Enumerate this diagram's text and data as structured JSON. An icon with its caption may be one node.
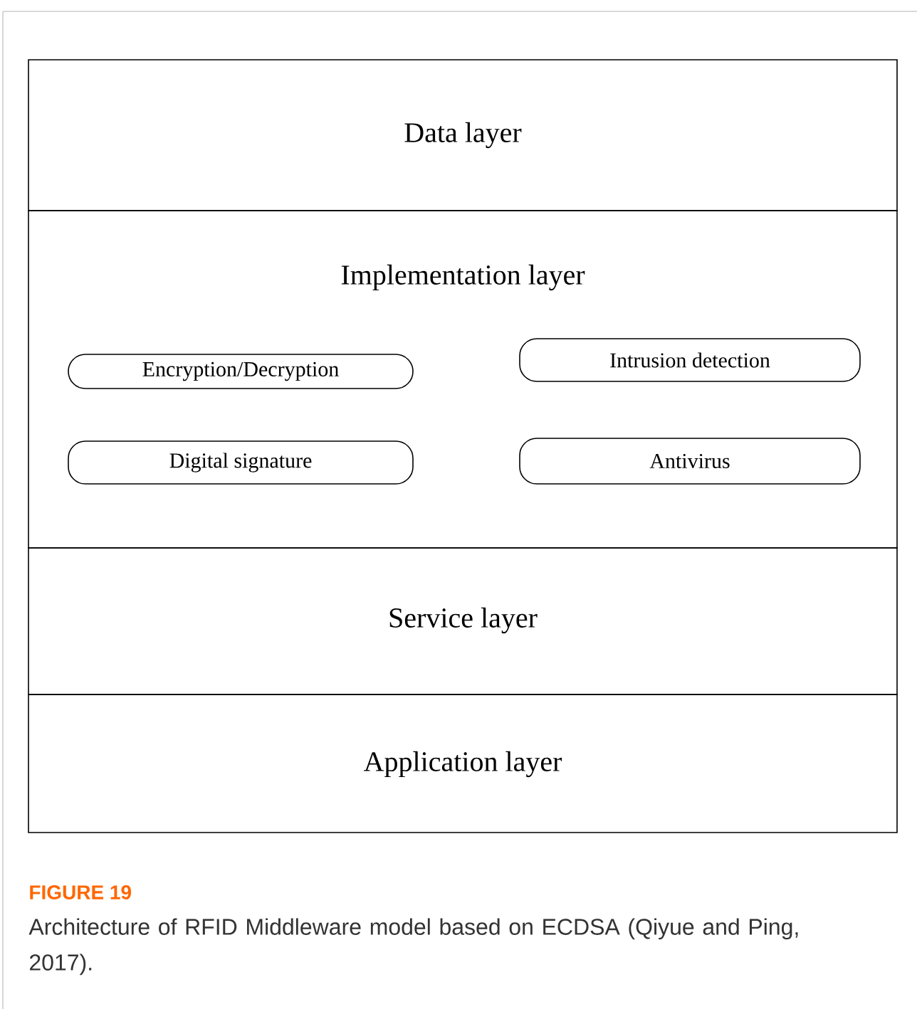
{
  "diagram": {
    "title": "FIGURE 19",
    "caption": "Architecture of RFID Middleware model based on ECDSA (Qiyue and Ping, 2017).",
    "nodes": [
      {
        "text": [
          "Data layer"
        ]
      },
      {
        "text": [
          "Implementation layer"
        ]
      },
      {
        "text": [
          "Encryption/Decryption"
        ],
        "in": 1
      },
      {
        "text": [
          "Intrusion detection"
        ],
        "in": 1
      },
      {
        "text": [
          "Digital signature"
        ],
        "in": 1
      },
      {
        "text": [
          "Antivirus"
        ],
        "in": 1
      },
      {
        "text": [
          "Service layer"
        ]
      },
      {
        "text": [
          "Application layer"
        ]
      }
    ],
    "edges": []
  }
}
